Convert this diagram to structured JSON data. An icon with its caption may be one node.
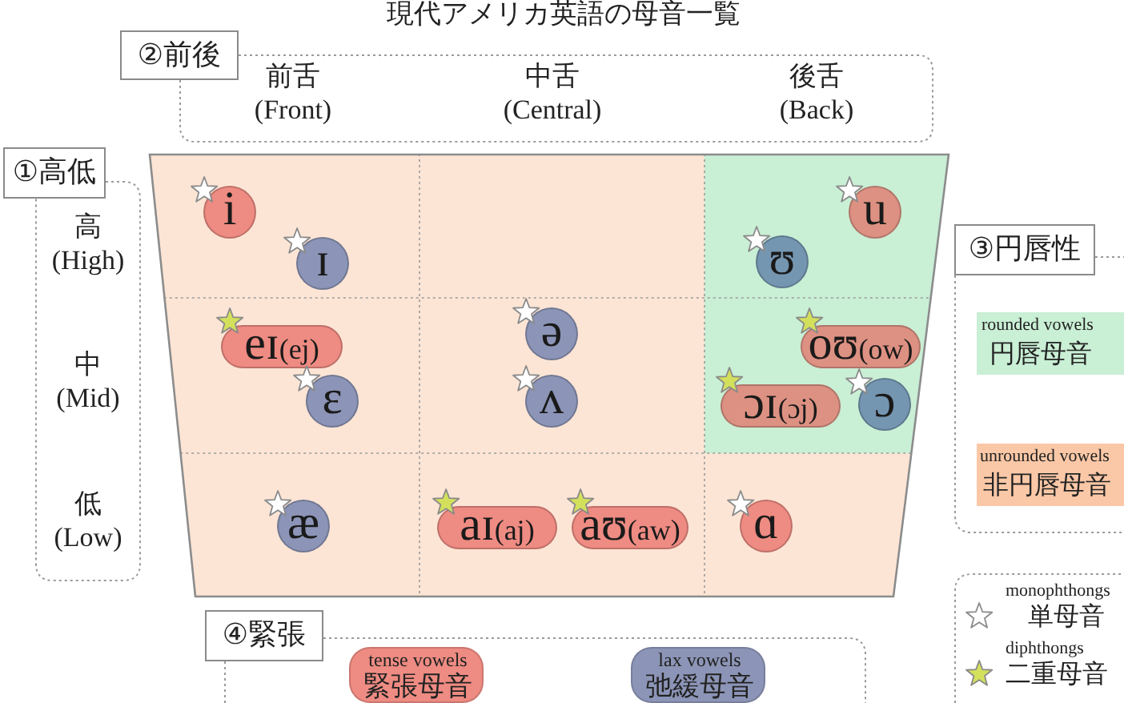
{
  "diagram": {
    "title": "現代アメリカ英語の母音一覧",
    "nodes": [
      {
        "text": [
          "②前後",
          "前舌 (Front)",
          "中舌 (Central)",
          "後舌 (Back)"
        ]
      },
      {
        "text": [
          "①高低",
          "高 (High)",
          "中 (Mid)",
          "低 (Low)"
        ]
      },
      {
        "text": [],
        "shape": "trapezoid"
      },
      {
        "text": [
          "i"
        ],
        "in": 2
      },
      {
        "text": [
          "u"
        ],
        "in": 2
      },
      {
        "text": [
          "ɪ"
        ],
        "in": 2
      },
      {
        "text": [
          "ʊ"
        ],
        "in": 2
      },
      {
        "text": [
          "eɪ",
          "(ej)"
        ],
        "in": 2
      },
      {
        "text": [
          "ə"
        ],
        "in": 2
      },
      {
        "text": [
          "oʊ",
          "(ow)"
        ],
        "in": 2
      },
      {
        "text": [
          "ɛ"
        ],
        "in": 2
      },
      {
        "text": [
          "ʌ"
        ],
        "in": 2
      },
      {
        "text": [
          "ɔɪ",
          "(ɔj)"
        ],
        "in": 2
      },
      {
        "text": [
          "ɔ"
        ],
        "in": 2
      },
      {
        "text": [
          "æ"
        ],
        "in": 2
      },
      {
        "text": [
          "aɪ",
          "(aj)"
        ],
        "in": 2
      },
      {
        "text": [
          "aʊ",
          "(aw)"
        ],
        "in": 2
      },
      {
        "text": [
          "ɑ"
        ],
        "in": 2
      },
      {
        "text": [
          "③円唇性"
        ]
      },
      {
        "text": [
          "rounded vowels",
          "円唇母音"
        ],
        "in": 18
      },
      {
        "text": [
          "unrounded vowels",
          "非円唇母音"
        ],
        "in": 18
      },
      {
        "text": [
          "monophthongs",
          "単母音",
          "diphthongs",
          "二重母音"
        ]
      },
      {
        "text": [
          "④緊張"
        ]
      },
      {
        "text": [
          "tense vowels",
          "緊張母音"
        ],
        "in": 22
      },
      {
        "text": [
          "lax vowels",
          "弛緩母音"
        ],
        "in": 22
      }
    ]
  }
}
